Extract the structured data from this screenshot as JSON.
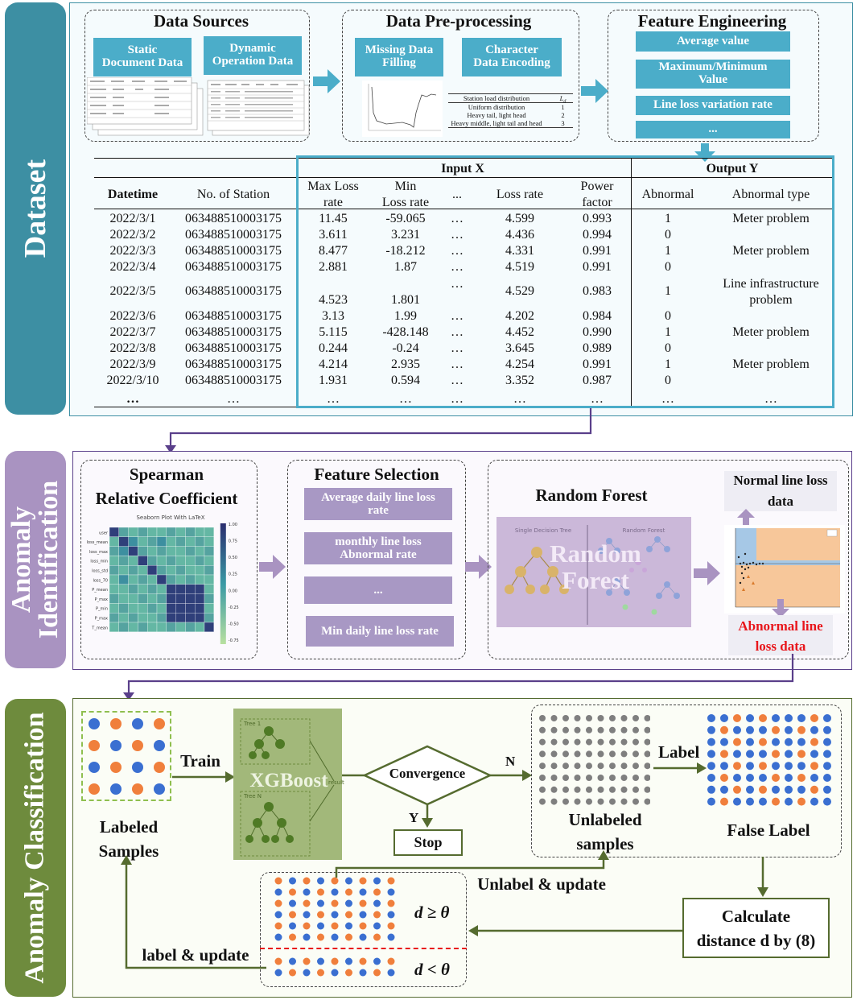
{
  "sections": {
    "dataset": "Dataset",
    "anomaly_identification": "Anomaly Identification",
    "anomaly_classification": "Anomaly Classification"
  },
  "data_sources": {
    "title": "Data Sources",
    "static": "Static Document Data",
    "dynamic": "Dynamic Operation Data"
  },
  "preprocessing": {
    "title": "Data Pre-processing",
    "missing": "Missing Data Filling",
    "character": "Character Data Encoding",
    "table_header": "Station load distribution",
    "table_header_sym": "L",
    "table_header_sub": "d",
    "rows": [
      {
        "name": "Uniform distribution",
        "val": "1"
      },
      {
        "name": "Heavy tail, light head",
        "val": "2"
      },
      {
        "name": "Heavy middle, light tail and head",
        "val": "3"
      }
    ]
  },
  "feature_engineering": {
    "title": "Feature Engineering",
    "items": [
      "Average value",
      "Maximum/Minimum Value",
      "Line loss variation rate",
      "..."
    ]
  },
  "table": {
    "input_label": "Input X",
    "output_label": "Output Y",
    "headers": [
      "Datetime",
      "No. of Station",
      "Max Loss rate",
      "Min Loss rate",
      "...",
      "Loss rate",
      "Power factor",
      "Abnormal",
      "Abnormal type"
    ],
    "rows": [
      [
        "2022/3/1",
        "063488510003175",
        "11.45",
        "-59.065",
        "...",
        "4.599",
        "0.993",
        "1",
        "Meter problem"
      ],
      [
        "2022/3/2",
        "063488510003175",
        "3.611",
        "3.231",
        "...",
        "4.436",
        "0.994",
        "0",
        ""
      ],
      [
        "2022/3/3",
        "063488510003175",
        "8.477",
        "-18.212",
        "...",
        "4.331",
        "0.991",
        "1",
        "Meter problem"
      ],
      [
        "2022/3/4",
        "063488510003175",
        "2.881",
        "1.87",
        "...",
        "4.519",
        "0.991",
        "0",
        ""
      ],
      [
        "2022/3/5",
        "063488510003175",
        "4.523",
        "1.801",
        "...",
        "4.529",
        "0.983",
        "1",
        "Line infrastructure problem"
      ],
      [
        "2022/3/6",
        "063488510003175",
        "3.13",
        "1.99",
        "...",
        "4.202",
        "0.984",
        "0",
        ""
      ],
      [
        "2022/3/7",
        "063488510003175",
        "5.115",
        "-428.148",
        "...",
        "4.452",
        "0.990",
        "1",
        "Meter problem"
      ],
      [
        "2022/3/8",
        "063488510003175",
        "0.244",
        "-0.24",
        "...",
        "3.645",
        "0.989",
        "0",
        ""
      ],
      [
        "2022/3/9",
        "063488510003175",
        "4.214",
        "2.935",
        "...",
        "4.254",
        "0.991",
        "1",
        "Meter problem"
      ],
      [
        "2022/3/10",
        "063488510003175",
        "1.931",
        "0.594",
        "...",
        "3.352",
        "0.987",
        "0",
        ""
      ],
      [
        "...",
        "...",
        "...",
        "...",
        "...",
        "...",
        "...",
        "...",
        "..."
      ]
    ]
  },
  "identification": {
    "spearman_title_1": "Spearman",
    "spearman_title_2": "Relative Coefficient",
    "heatmap_title": "Seaborn Plot With LaTeX",
    "heatmap_labels": [
      "user",
      "loss_mean",
      "loss_max",
      "loss_min",
      "loss_std",
      "loss_70",
      "P_mean",
      "P_max",
      "P_min",
      "P_max",
      "T_mean"
    ],
    "colorbar_ticks": [
      "1.00",
      "0.75",
      "0.50",
      "0.25",
      "0.00",
      "-0.25",
      "-0.50",
      "-0.75"
    ],
    "feature_selection_title": "Feature Selection",
    "feature_items": [
      "Average daily line loss rate",
      "monthly line loss Abnormal rate",
      "...",
      "Min daily line loss rate"
    ],
    "rf_title": "Random Forest",
    "rf_overlay": "Random Forest",
    "rf_left_caption": "Single Decision Tree",
    "rf_right_caption": "Random Forest",
    "normal_label": "Normal line loss data",
    "abnormal_label": "Abnormal line loss data"
  },
  "classification": {
    "labeled_samples": "Labeled Samples",
    "train": "Train",
    "xgboost": "XGBoost",
    "tree1": "Tree 1",
    "treeN": "Tree N",
    "result": "result",
    "convergence": "Convergence",
    "n": "N",
    "y": "Y",
    "stop": "Stop",
    "unlabeled_samples": "Unlabeled samples",
    "label": "Label",
    "false_label": "False Label",
    "unlabel_update": "Unlabel & update",
    "calc_distance_1": "Calculate",
    "calc_distance_2": "distance d by (8)",
    "d_ge": "d ≥ θ",
    "d_lt": "d < θ",
    "label_update": "label & update"
  },
  "colors": {
    "teal": "#4badc9",
    "teal_side": "#3d8fa3",
    "purple": "#a898c4",
    "purple_side": "#a993c1",
    "green_side": "#6e8b3d",
    "arrow_teal": "#4badc9",
    "arrow_purple": "#a993c1",
    "arrow_green": "#556b2f",
    "dot_orange": "#f07f3c",
    "dot_blue": "#3a6fd1",
    "dot_gray": "#7f7f7f",
    "abnormal_red": "#e8161b"
  }
}
